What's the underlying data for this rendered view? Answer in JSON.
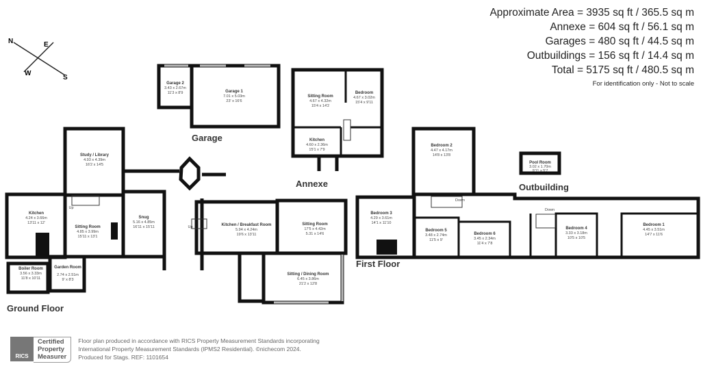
{
  "areas": {
    "lines": [
      "Approximate Area = 3935 sq ft / 365.5 sq m",
      "Annexe = 604 sq ft / 56.1 sq m",
      "Garages = 480 sq ft / 44.5 sq m",
      "Outbuildings = 156 sq ft / 14.4 sq m",
      "Total = 5175 sq ft / 480.5 sq m"
    ],
    "note": "For identification only - Not to scale"
  },
  "compass": {
    "n": "N",
    "e": "E",
    "s": "S",
    "w": "W"
  },
  "floors": {
    "ground": "Ground Floor",
    "garage": "Garage",
    "annexe": "Annexe",
    "first": "First Floor",
    "outbuilding": "Outbuilding"
  },
  "rooms": {
    "study": {
      "name": "Study / Library",
      "metric": "4.93 x 4.39m",
      "imperial": "16'2 x 14'5"
    },
    "kitchen": {
      "name": "Kitchen",
      "metric": "4.24 x 3.66m",
      "imperial": "13'11 x 12'"
    },
    "sitting_ground": {
      "name": "Sitting Room",
      "metric": "4.85 x 3.99m",
      "imperial": "15'11 x 13'1"
    },
    "snug": {
      "name": "Snug",
      "metric": "5.16 x 4.85m",
      "imperial": "16'11 x 15'11"
    },
    "boiler": {
      "name": "Boiler Room",
      "metric": "3.56 x 3.33m",
      "imperial": "11'8 x 10'11"
    },
    "garden": {
      "name": "Garden Room",
      "metric": "2.74 x 2.51m",
      "imperial": "9' x 8'3"
    },
    "kitchen_breakfast": {
      "name": "Kitchen / Breakfast Room",
      "metric": "5.94 x 4.24m",
      "imperial": "19'6 x 13'11"
    },
    "sitting_right": {
      "name": "Sitting Room",
      "metric": "17'5 x 4.42m",
      "imperial": "5.31 x 14'6"
    },
    "sitting_dining": {
      "name": "Sitting / Dining Room",
      "metric": "6.45 x 3.86m",
      "imperial": "21'2 x 12'8"
    },
    "garage2": {
      "name": "Garage 2",
      "metric": "3.43 x 2.67m",
      "imperial": "11'3 x 8'9"
    },
    "garage1": {
      "name": "Garage 1",
      "metric": "7.01 x 5.03m",
      "imperial": "23' x 16'6"
    },
    "annexe_sitting": {
      "name": "Sitting Room",
      "metric": "4.67 x 4.32m",
      "imperial": "15'4 x 14'2"
    },
    "annexe_bedroom": {
      "name": "Bedroom",
      "metric": "4.67 x 3.02m",
      "imperial": "15'4 x 9'11"
    },
    "annexe_kitchen": {
      "name": "Kitchen",
      "metric": "4.60 x 2.36m",
      "imperial": "15'1 x 7'9"
    },
    "bedroom2": {
      "name": "Bedroom 2",
      "metric": "4.47 x 4.17m",
      "imperial": "14'8 x 13'8"
    },
    "bedroom3": {
      "name": "Bedroom 3",
      "metric": "4.29 x 3.61m",
      "imperial": "14'1 x 11'10"
    },
    "bedroom5": {
      "name": "Bedroom 5",
      "metric": "3.48 x 2.74m",
      "imperial": "11'5 x 9'"
    },
    "bedroom6": {
      "name": "Bedroom 6",
      "metric": "3.45 x 2.34m",
      "imperial": "11'4 x 7'8"
    },
    "bedroom4": {
      "name": "Bedroom 4",
      "metric": "3.33 x 3.18m",
      "imperial": "10'5 x 10'5"
    },
    "bedroom1": {
      "name": "Bedroom 1",
      "metric": "4.45 x 3.51m",
      "imperial": "14'7 x 11'6"
    },
    "pool": {
      "name": "Pool Room",
      "metric": "3.02 x 1.70m",
      "imperial": "9'11 x 5'7"
    }
  },
  "stairs": {
    "up1": "Up",
    "up2": "Up",
    "down1": "Down",
    "down2": "Down"
  },
  "footer": {
    "logo_text": "RICS",
    "badge": [
      "Certified",
      "Property",
      "Measurer"
    ],
    "lines": [
      "Floor plan produced in accordance with RICS Property Measurement Standards incorporating",
      "International Property Measurement Standards (IPMS2 Residential).   ©nichecom 2024.",
      "Produced for Stags.   REF: 1101654"
    ]
  }
}
